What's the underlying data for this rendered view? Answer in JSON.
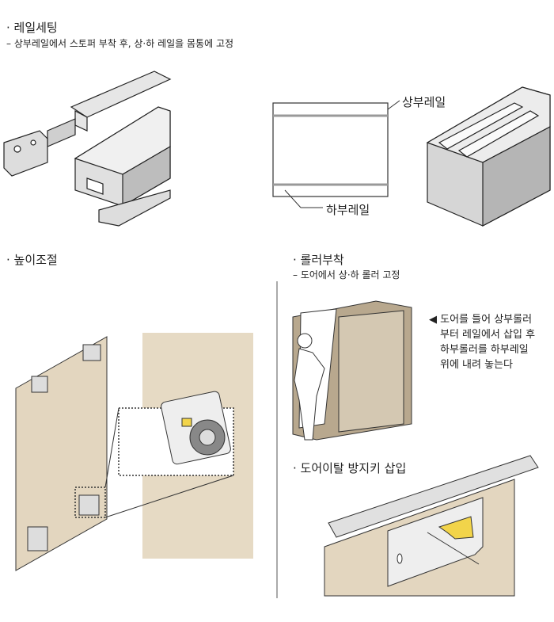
{
  "section_rail": {
    "title": "· 레일세팅",
    "desc": "– 상부레일에서 스토퍼 부착 후, 상·하 레일을 몸통에 고정",
    "label_upper": "상부레일",
    "label_lower": "하부레일"
  },
  "section_height": {
    "title": "· 높이조절"
  },
  "section_roller": {
    "title": "· 롤러부착",
    "desc": "– 도어에서 상·하 롤러 고정",
    "note_lines": [
      "◀ 도어를 들어 상부롤러",
      "부터 레일에서 삽입 후",
      "하부롤러를 하부레일",
      "위에 내려 놓는다"
    ]
  },
  "section_key": {
    "title": "· 도어이탈 방지키 삽입"
  },
  "colors": {
    "wood": "#e3d6bf",
    "cabinet": "#b8a88e",
    "rail": "#dcdcdc",
    "key": "#f2d44a"
  }
}
